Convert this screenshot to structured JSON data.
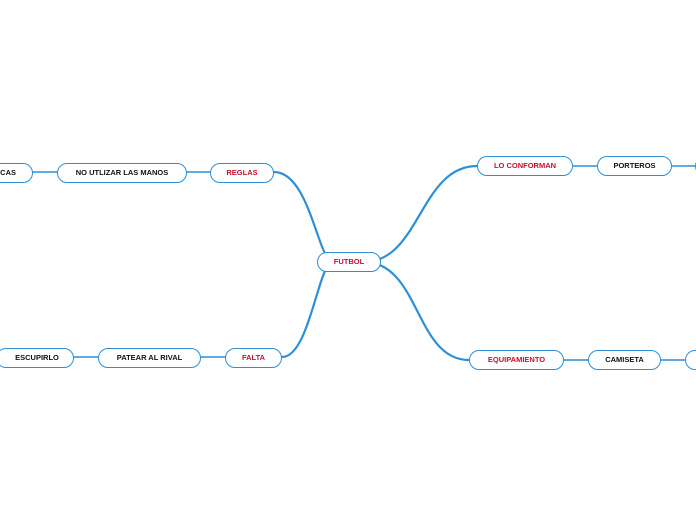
{
  "theme": {
    "line_color": "#2f8fd6",
    "border_color": "#2f8fd6",
    "category_text_color": "#c8102e",
    "leaf_text_color": "#111111",
    "background": "#ffffff"
  },
  "map": {
    "central": {
      "label": "FUTBOL"
    },
    "branches": {
      "reglas": {
        "label": "REGLAS",
        "children": {
          "no_utilizar": {
            "label": "NO UTLIZAR LAS MANOS"
          },
          "partial_left_top": {
            "label": "ECAS"
          }
        }
      },
      "falta": {
        "label": "FALTA",
        "children": {
          "patear": {
            "label": "PATEAR AL RIVAL"
          },
          "escupirlo": {
            "label": "ESCUPIRLO"
          }
        }
      },
      "lo_conforman": {
        "label": "LO CONFORMAN",
        "children": {
          "porteros": {
            "label": "PORTEROS"
          }
        }
      },
      "equipamiento": {
        "label": "EQUIPAMIENTO",
        "children": {
          "camiseta": {
            "label": "CAMISETA"
          }
        }
      }
    }
  }
}
